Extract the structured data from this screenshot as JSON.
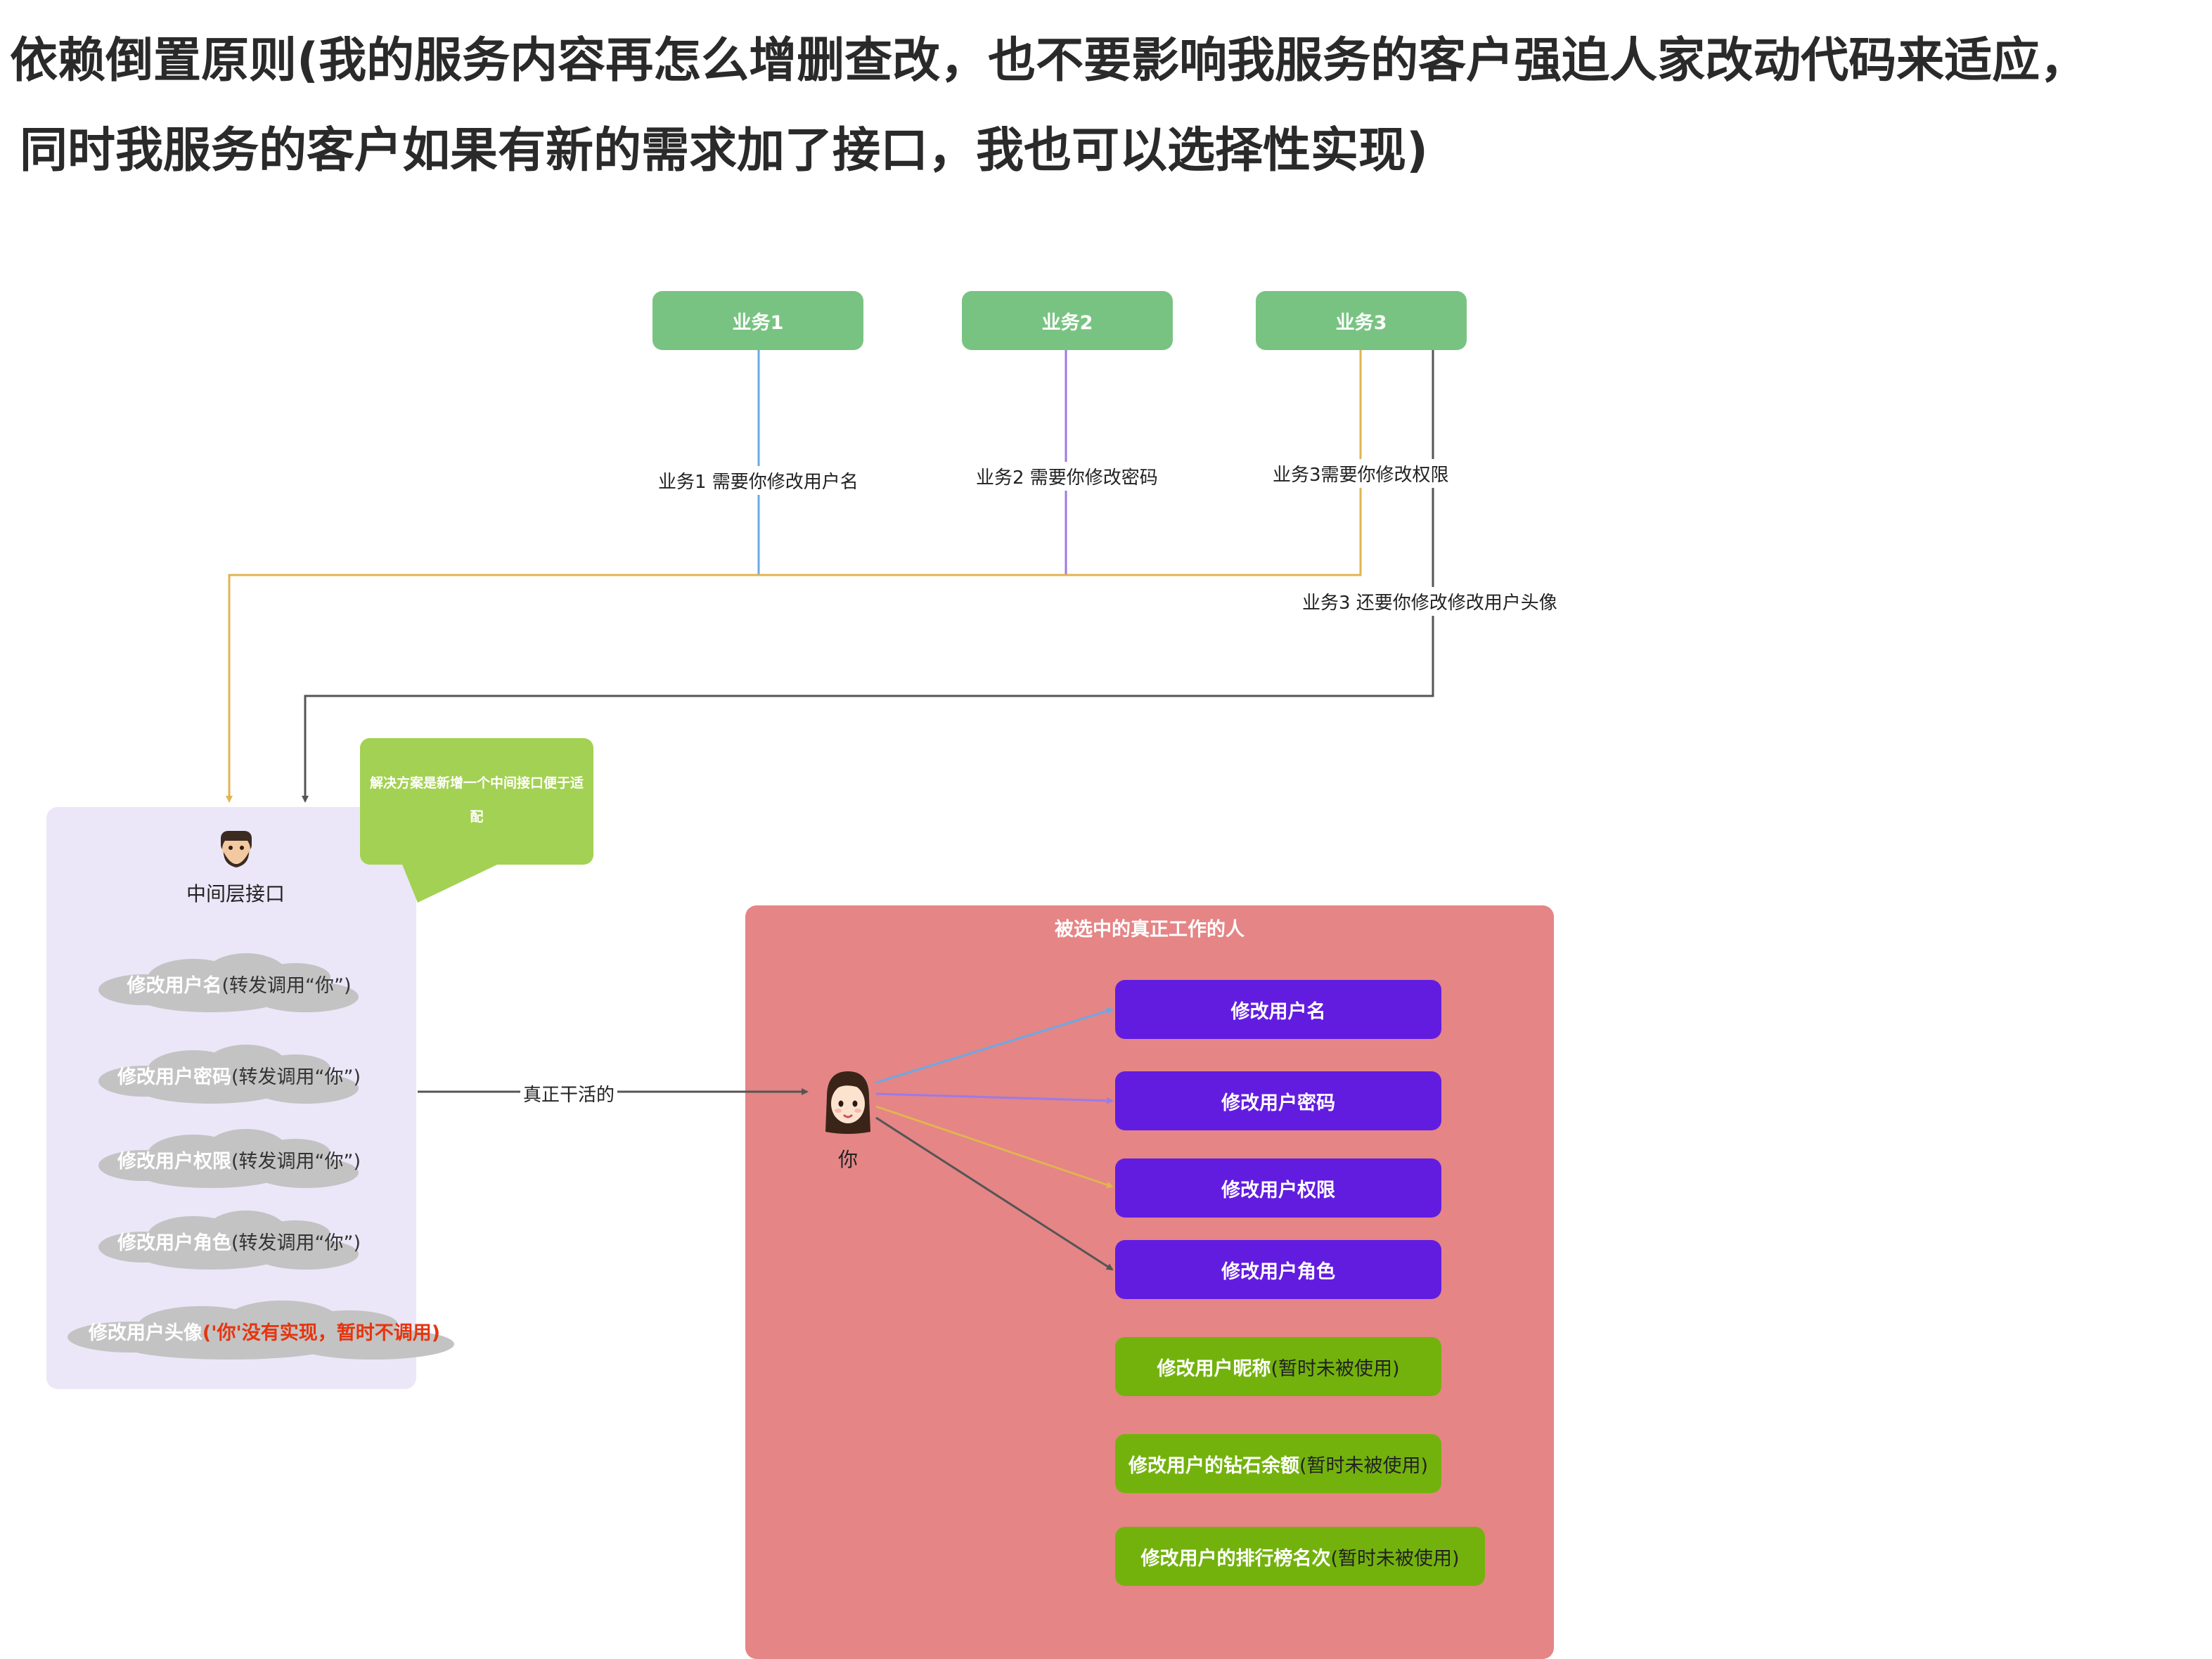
{
  "title": {
    "line1": "依赖倒置原则(我的服务内容再怎么增删查改，也不要影响我服务的客户强迫人家改动代码来适应，",
    "line2": "同时我服务的客户如果有新的需求加了接口，我也可以选择性实现)"
  },
  "businesses": [
    {
      "label": "业务1"
    },
    {
      "label": "业务2"
    },
    {
      "label": "业务3"
    }
  ],
  "edges": {
    "b1": "业务1 需要你修改用户名",
    "b2": "业务2 需要你修改密码",
    "b3": "业务3需要你修改权限",
    "b3_extra": "业务3 还要你修改修改用户头像",
    "real_work": "真正干活的"
  },
  "callout": {
    "text": "解决方案是新增一个中间接口便于适配"
  },
  "middle": {
    "title": "中间层接口",
    "avatar_icon": "bearded-man-avatar-icon",
    "items": [
      {
        "name": "修改用户名",
        "note": "(转发调用“你”)"
      },
      {
        "name": "修改用户密码",
        "note": "(转发调用“你”)"
      },
      {
        "name": "修改用户权限",
        "note": "(转发调用“你”)"
      },
      {
        "name": "修改用户角色",
        "note": "(转发调用“你”)"
      },
      {
        "name": "修改用户头像",
        "note": "('你'没有实现，暂时不调用)"
      }
    ]
  },
  "worker": {
    "title": "被选中的真正工作的人",
    "name": "你",
    "avatar_icon": "woman-avatar-icon",
    "ops": [
      {
        "name": "修改用户名",
        "note": ""
      },
      {
        "name": "修改用户密码",
        "note": ""
      },
      {
        "name": "修改用户权限",
        "note": ""
      },
      {
        "name": "修改用户角色",
        "note": ""
      },
      {
        "name": "修改用户昵称",
        "note": "(暂时未被使用)"
      },
      {
        "name": "修改用户的钻石余额",
        "note": "(暂时未被使用)"
      },
      {
        "name": "修改用户的排行榜名次",
        "note": "(暂时未被使用)"
      }
    ]
  },
  "colors": {
    "blue": "#6aa9e6",
    "purple": "#9b7be6",
    "orange": "#e0b451",
    "dark": "#555555",
    "biz_green": "#79c382",
    "op_purple": "#621ce0",
    "op_green": "#73b20d",
    "panel_red": "#e58586",
    "panel_lavender": "#ebe7f8",
    "callout_green": "#a3d153"
  }
}
